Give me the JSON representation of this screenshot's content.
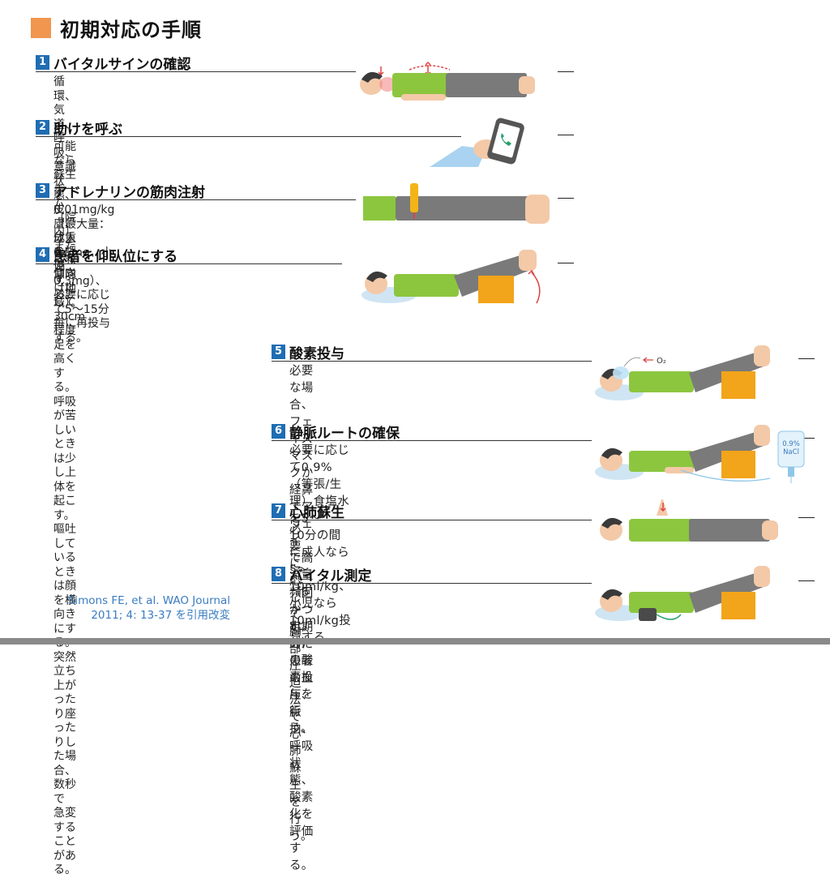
{
  "title": "初期対応の手順",
  "steps": [
    {
      "num": "1",
      "title": "バイタルサインの確認",
      "body": "循環、気道、呼吸、意識状態、皮膚、体重を評価\nする。"
    },
    {
      "num": "2",
      "title": "助けを呼ぶ",
      "body": "可能なら蘇生チーム（院内）または救急隊（地域）。"
    },
    {
      "num": "3",
      "title": "アドレナリンの筋肉注射",
      "body": "0.01mg/kg（最大量：成人0.5mg、小児0.3mg）、\n必要に応じて5～15分毎に再投与する。"
    },
    {
      "num": "4",
      "title": "患者を仰臥位にする",
      "body": "仰向けにして30cm程度足を高くする。\n呼吸が苦しいときは少し上体を起こす。\n嘔吐しているときは顔を横向きにする。\n突然立ち上がったり座ったりした場合、数秒で\n急変することがある。"
    },
    {
      "num": "5",
      "title": "酸素投与",
      "body": "必要な場合、フェイスマスクか経鼻エアウェイ\nで高流量（6～8L/分）の酸素投与を行う。"
    },
    {
      "num": "6",
      "title": "静脈ルートの確保",
      "body": "必要に応じて0.9%（等張/生理）食塩水を5～\n10分の間に成人なら5～10ml/kg、小児なら\n10ml/kg投与する。"
    },
    {
      "num": "7",
      "title": "心肺蘇生",
      "body": "必要に応じて胸部圧迫法で心肺蘇生を行う。"
    },
    {
      "num": "8",
      "title": "バイタル測定",
      "body": "頻回かつ定期的に患者の血圧、脈拍、呼吸状態、\n酸素化を評価する。"
    }
  ],
  "illustrations": {
    "o2_label": "O₂",
    "iv_bag_label": "0.9%\nNaCl"
  },
  "citation": "Simons FE, et al. WAO Journal\n2011; 4: 13-37 を引用改変",
  "colors": {
    "accent": "#f0964e",
    "number_badge": "#1f6db3",
    "shirt": "#8cc63f",
    "pants": "#7a7a7a",
    "citation": "#3a7cc0"
  }
}
